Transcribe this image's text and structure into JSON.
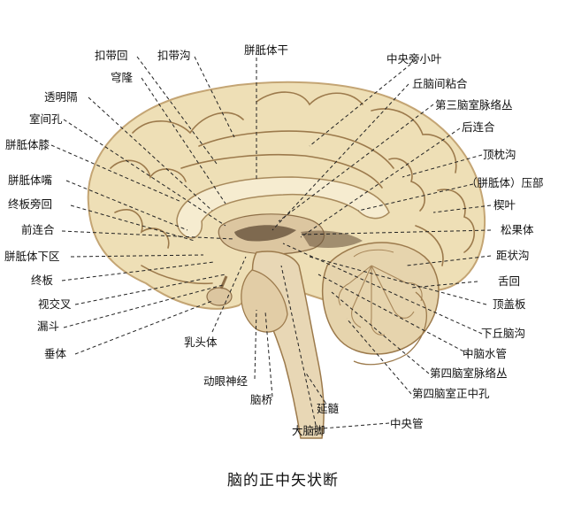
{
  "caption": "脑的正中矢状断",
  "labels": {
    "cingulate_gyrus": "扣带回",
    "cingulate_sulcus": "扣带沟",
    "corpus_callosum_trunk": "胼胝体干",
    "fornix": "穹隆",
    "septum_pellucidum": "透明隔",
    "interventricular_foramen": "室间孔",
    "genu_corpus_callosum": "胼胝体膝",
    "rostrum_corpus_callosum": "胼胝体嘴",
    "paraterminal_gyrus": "终板旁回",
    "anterior_commissure": "前连合",
    "subcallosal_area": "胼胝体下区",
    "lamina_terminalis": "终板",
    "optic_chiasm": "视交叉",
    "infundibulum": "漏斗",
    "hypophysis": "垂体",
    "mammillary_body": "乳头体",
    "oculomotor_nerve": "动眼神经",
    "pons": "脑桥",
    "medulla_oblongata": "延髓",
    "cerebral_peduncle": "大脑脚",
    "central_canal": "中央管",
    "paracentral_lobule": "中央旁小叶",
    "interthalamic_adhesion": "丘脑间粘合",
    "choroid_plexus_third_ventricle": "第三脑室脉络丛",
    "posterior_commissure": "后连合",
    "parieto_occipital_sulcus": "顶枕沟",
    "splenium": "（胼胝体）压部",
    "cuneus": "楔叶",
    "pineal_body": "松果体",
    "calcarine_sulcus": "距状沟",
    "lingual_gyrus": "舌回",
    "tectum": "顶盖板",
    "hypothalamic_sulcus": "下丘脑沟",
    "cerebral_aqueduct": "中脑水管",
    "choroid_plexus_fourth_ventricle": "第四脑室脉络丛",
    "median_aperture_fourth_ventricle": "第四脑室正中孔"
  },
  "colors": {
    "cortex_fill": "#eedfb6",
    "cortex_edge": "#c4a574",
    "sulcus": "#9c7a4c",
    "cerebellum": "#e6d4ad",
    "brainstem": "#e8d7b5",
    "dark_region": "#5f4a34",
    "leader_line": "#222222"
  }
}
